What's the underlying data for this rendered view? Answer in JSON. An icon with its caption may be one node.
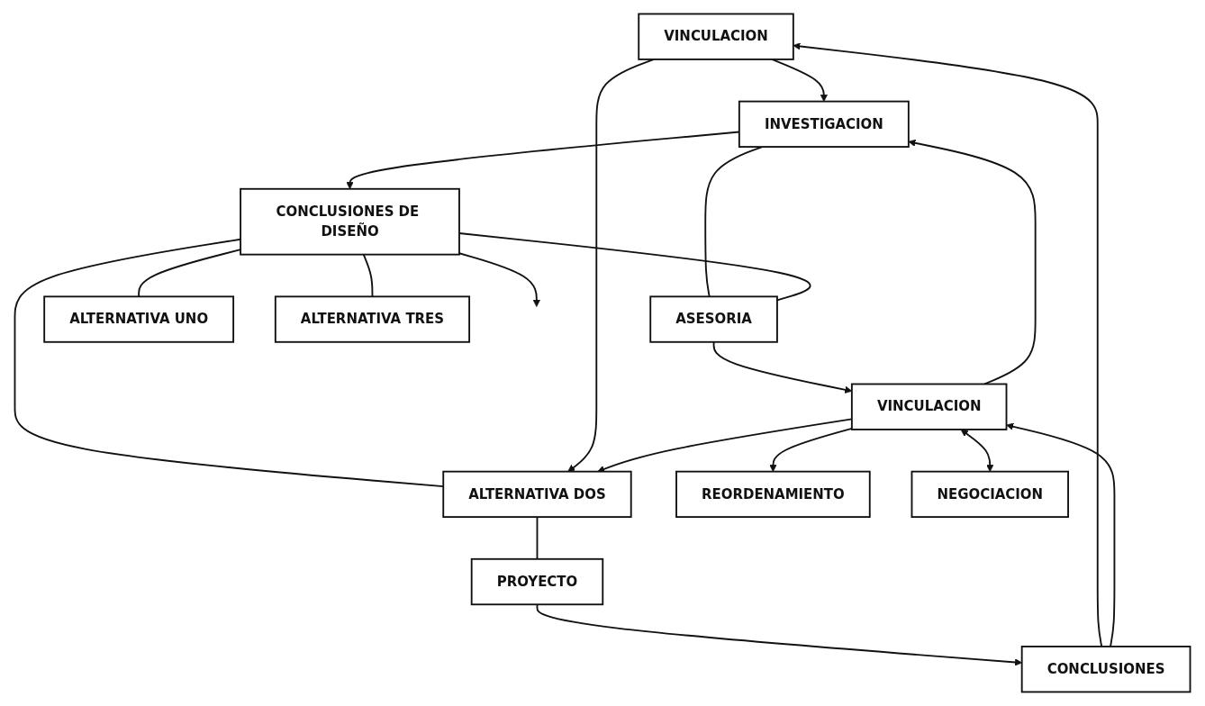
{
  "diagram": {
    "nodes": [
      {
        "text": [
          "VINCULACION"
        ]
      },
      {
        "text": [
          "INVESTIGACION"
        ]
      },
      {
        "text": [
          "ASESORIA"
        ]
      },
      {
        "text": [
          "CONCLUSIONES DE DISEÑO"
        ]
      },
      {
        "text": [
          "ALTERNATIVA UNO"
        ]
      },
      {
        "text": [
          "ALTERNATIVA DOS"
        ]
      },
      {
        "text": [
          "ALTERNATIVA TRES"
        ]
      },
      {
        "text": [
          "VINCULACION"
        ]
      },
      {
        "text": [
          "REORDENAMIENTO"
        ]
      },
      {
        "text": [
          "NEGOCIACION"
        ]
      },
      {
        "text": [
          "PROYECTO"
        ]
      },
      {
        "text": [
          "CONCLUSIONES"
        ]
      }
    ],
    "edges": [
      {
        "from": 0,
        "to": 1,
        "arrow": "to"
      },
      {
        "from": 7,
        "to": 1,
        "arrow": "to"
      },
      {
        "from": 1,
        "to": 3,
        "arrow": "to"
      },
      {
        "from": 1,
        "to": 2,
        "arrow": "none"
      },
      {
        "from": 3,
        "to": 2,
        "arrow": "none"
      },
      {
        "from": 2,
        "to": 7,
        "arrow": "to"
      },
      {
        "from": 3,
        "to": null,
        "arrow": "to"
      },
      {
        "from": 3,
        "to": 4,
        "arrow": "none"
      },
      {
        "from": 3,
        "to": 5,
        "arrow": "none"
      },
      {
        "from": 3,
        "to": 6,
        "arrow": "none"
      },
      {
        "from": 0,
        "to": 5,
        "arrow": "to"
      },
      {
        "from": 7,
        "to": 5,
        "arrow": "to"
      },
      {
        "from": 5,
        "to": 10,
        "arrow": "none"
      },
      {
        "from": 10,
        "to": 11,
        "arrow": "to"
      },
      {
        "from": 11,
        "to": 0,
        "arrow": "to"
      },
      {
        "from": 11,
        "to": 7,
        "arrow": "to"
      },
      {
        "from": 7,
        "to": 8,
        "arrow": "to"
      },
      {
        "from": 7,
        "to": 9,
        "arrow": "both"
      }
    ]
  }
}
